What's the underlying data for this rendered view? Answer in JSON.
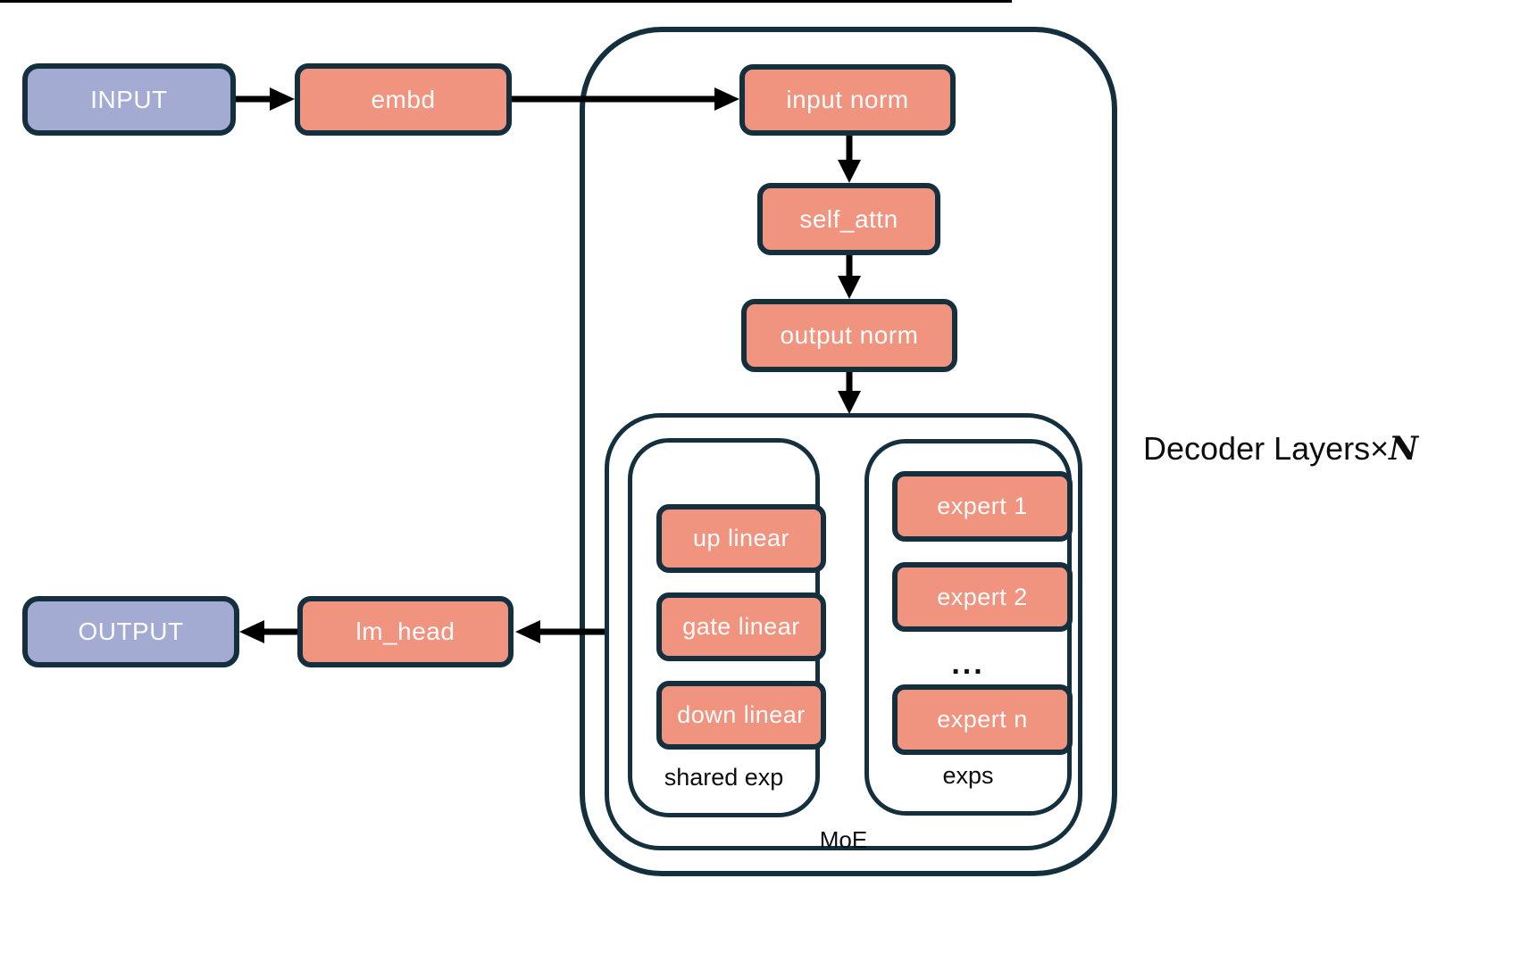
{
  "diagram": {
    "io": {
      "input": "INPUT",
      "output": "OUTPUT"
    },
    "pipeline": {
      "embd": "embd",
      "lm_head": "lm_head"
    },
    "decoder": {
      "label_prefix": "Decoder Layers",
      "times_symbol": "×",
      "layer_count_symbol": "N",
      "blocks": {
        "input_norm": "input norm",
        "self_attn": "self_attn",
        "output_norm": "output norm"
      },
      "moe": {
        "label": "MoE",
        "shared_exp": {
          "label": "shared exp",
          "blocks": {
            "up": "up linear",
            "gate": "gate linear",
            "down": "down linear"
          }
        },
        "exps": {
          "label": "exps",
          "ellipsis": "...",
          "blocks": {
            "expert1": "expert 1",
            "expert2": "expert 2",
            "expert_n": "expert n"
          }
        }
      }
    },
    "colors": {
      "io_fill": "#A3ABD3",
      "module_fill": "#F0947F",
      "outline": "#14303F",
      "arrow": "#000000",
      "background": "#FFFFFF"
    }
  }
}
